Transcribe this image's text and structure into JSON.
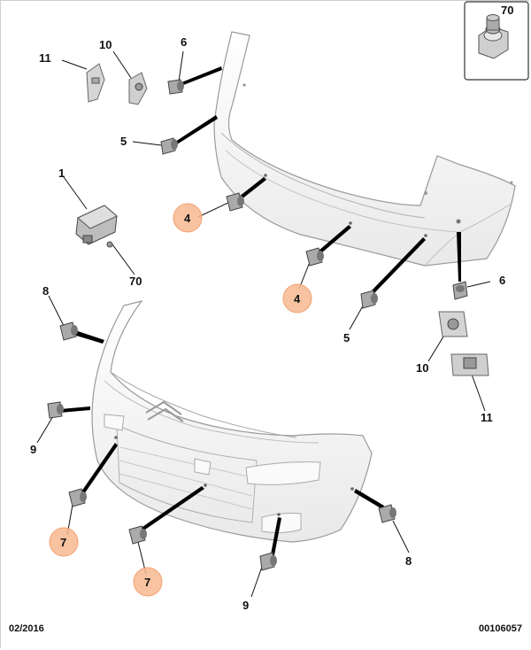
{
  "diagram": {
    "callouts": {
      "c11_top": "11",
      "c10_top": "10",
      "c6_top": "6",
      "c5_top": "5",
      "c1": "1",
      "c70_left": "70",
      "c70_box": "70",
      "c4_a": "4",
      "c4_b": "4",
      "c5_mid": "5",
      "c6_right": "6",
      "c10_right": "10",
      "c11_right": "11",
      "c8_left": "8",
      "c9_left": "9",
      "c7_a": "7",
      "c7_b": "7",
      "c8_right": "8",
      "c9_bottom": "9"
    },
    "highlight_color": "#f7b98f",
    "footer": {
      "date": "02/2016",
      "reference": "00106057"
    }
  }
}
